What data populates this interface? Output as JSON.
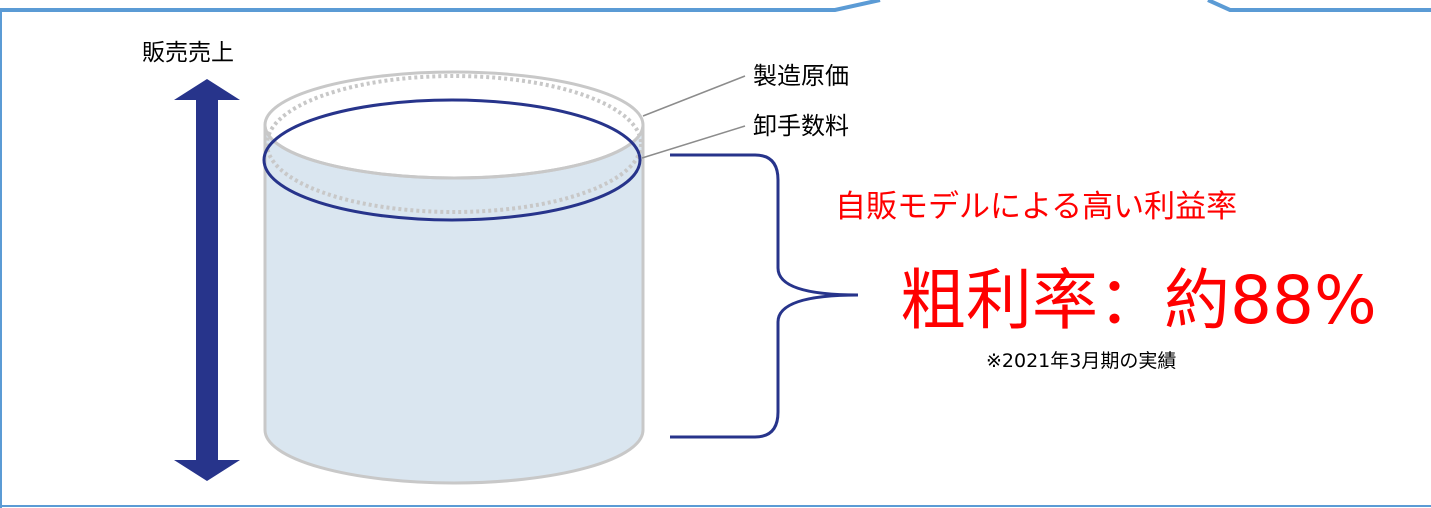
{
  "labels": {
    "sales": "販売売上",
    "manufacturing_cost": "製造原価",
    "wholesale_commission": "卸手数料"
  },
  "highlight": {
    "headline": "自販モデルによる高い利益率",
    "gross_margin": "粗利率：約88%",
    "footnote": "※2021年3月期の実績"
  },
  "colors": {
    "frame": "#5b9bd5",
    "arrow": "#27348b",
    "cylinder_fill": "#dae6f0",
    "cylinder_outline": "#c8c8c8",
    "top_ellipse": "#27348b",
    "brace": "#27348b",
    "highlight_text": "#ff0000"
  }
}
